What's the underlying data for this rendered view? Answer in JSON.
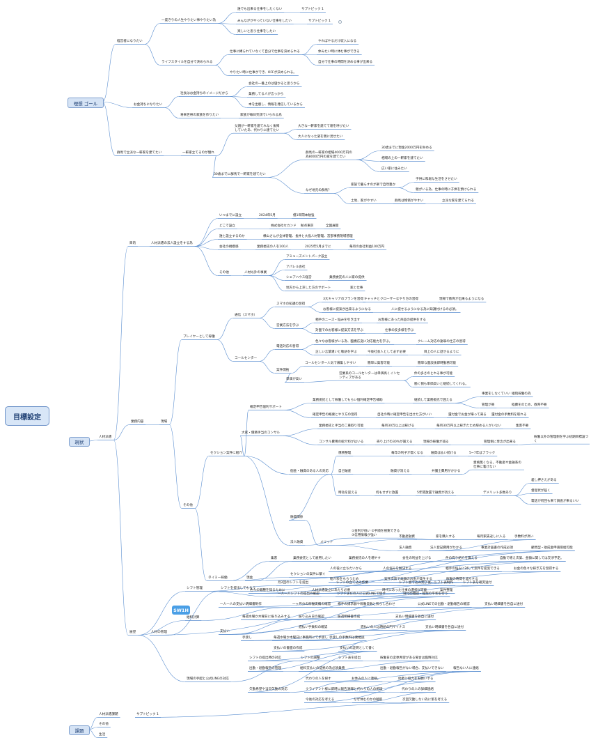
{
  "root": "目標設定",
  "badge": "SW1H",
  "categories": {
    "ideal": "理想 ゴール",
    "current": "現状",
    "issue": "課題"
  },
  "nodes": [
    {
      "t": "経営者になりたい"
    },
    {
      "t": "一度きりの人生やりたい事やりたい為"
    },
    {
      "t": "誰でも出来る仕事をしたくない"
    },
    {
      "t": "サブトピック 1"
    },
    {
      "t": "みんなががやっていない仕事をしたい"
    },
    {
      "t": "サブトピック 1"
    },
    {
      "t": "楽しいと思う仕事をしたい"
    },
    {
      "t": "ライフスタイルを自分で決められる"
    },
    {
      "t": "仕事に縛られていなくて自分で仕事を決められる"
    },
    {
      "t": "やればやるだけ収入になる"
    },
    {
      "t": "休みたい時に休む事ができる"
    },
    {
      "t": "自分で仕事の時間を決める事が出来る"
    },
    {
      "t": "やりたい時に仕事ができ、OFFが決められる。"
    },
    {
      "t": "お金持ちになりたい"
    },
    {
      "t": "社長はお金持ちのイメージだから"
    },
    {
      "t": "会社の一番上のは儲かると思うから"
    },
    {
      "t": "業務してる人が言っから"
    },
    {
      "t": "本を出版し、情報を発信しているから"
    },
    {
      "t": "将来世帯の家族を作りたい"
    },
    {
      "t": "家族が毎日笑顔でいられる為"
    },
    {
      "t": "群馬で立派な一軒家を建てたい"
    },
    {
      "t": "一軒家立てるのが憧れ"
    },
    {
      "t": "父親が一軒家を建てれなく後悔していたあ、代わりに建てたい"
    },
    {
      "t": "大きな一軒家を建てて親を呼びたい"
    },
    {
      "t": "大人になった姿を親に見せたい"
    },
    {
      "t": "30歳までに群馬で一軒家を建てたい"
    },
    {
      "t": "群馬の一軒家の相場4000万円の為8000万円の家を建てたい"
    },
    {
      "t": "30歳までに現金2000万円を貯める"
    },
    {
      "t": "相場の上の一軒家を建てたい"
    },
    {
      "t": "広い家に住みたい"
    },
    {
      "t": "なぜ地元の群馬？"
    },
    {
      "t": "家族で暮らすのが楽で自然豊か"
    },
    {
      "t": "子供に和堀な生活をさせたい"
    },
    {
      "t": "親がいる為、仕事の時に子供を預けられる"
    },
    {
      "t": "土地、家がやすい"
    },
    {
      "t": "群馬は物価がやすい"
    },
    {
      "t": "立派な家を建てられる"
    },
    {
      "t": "人材派遣"
    },
    {
      "t": "目的"
    },
    {
      "t": "人材派遣の法人設立をする為"
    },
    {
      "t": "いつまでに設立"
    },
    {
      "t": "2024年5月"
    },
    {
      "t": "僅1年間本勉強"
    },
    {
      "t": "どこで設立"
    },
    {
      "t": "株式会社セカンド"
    },
    {
      "t": "拠点東京"
    },
    {
      "t": "全国展開"
    },
    {
      "t": "誰と設立するのか"
    },
    {
      "t": "横山さんが全体管理、長井と大島人材管理、宮部事務現場管理"
    },
    {
      "t": "会社の規模感"
    },
    {
      "t": "業務委託の人を100人"
    },
    {
      "t": "2025年5月までに"
    },
    {
      "t": "毎月の会社利益100万円"
    },
    {
      "t": "その他"
    },
    {
      "t": "人材以外の事業"
    },
    {
      "t": "アミューズメントパーク設立"
    },
    {
      "t": "アパレル会社"
    },
    {
      "t": "シェアハウス経営"
    },
    {
      "t": "業務委託の人に家の提供"
    },
    {
      "t": "地方から上京した方のサポート"
    },
    {
      "t": "家と仕事"
    },
    {
      "t": "業務内容"
    },
    {
      "t": "現場"
    },
    {
      "t": "プレイヤーとして稼働"
    },
    {
      "t": "通信（スマホ）"
    },
    {
      "t": "スマホの知識の習得"
    },
    {
      "t": "3大キャリアのプランを習得"
    },
    {
      "t": "キャッチとクローザーなやり方の習得"
    },
    {
      "t": "現場で教育が出来るようになる"
    },
    {
      "t": "お客様に提案が出来るようになる"
    },
    {
      "t": "人に提せるようになる為に知識付けるの必須。"
    },
    {
      "t": "営業方法を学ぶ"
    },
    {
      "t": "相手のニーズ・悩みを引き出す"
    },
    {
      "t": "お客様にあった商品の提供をする"
    },
    {
      "t": "対面でのお客様に提案方法を学ぶ"
    },
    {
      "t": "仕事の反多様を学ぶ"
    },
    {
      "t": "コールセンター"
    },
    {
      "t": "電話対応の習得"
    },
    {
      "t": "色々なお客様がいる為、臨機応変に対応能力を学ぶ。"
    },
    {
      "t": "クレーム対応の謝罪の仕方の習得"
    },
    {
      "t": "正しい言葉遣いと敬語を学ぶ"
    },
    {
      "t": "今後社会人として必ず必要"
    },
    {
      "t": "目上の人に話せるように"
    },
    {
      "t": "案件開拓"
    },
    {
      "t": "コールセンター人気で募集しやすい"
    },
    {
      "t": "簡単に集客可能"
    },
    {
      "t": "簡単な面談後即時勤務可能"
    },
    {
      "t": "単価が高い"
    },
    {
      "t": "営業系のコールセンターは単価高くインセンティブがある"
    },
    {
      "t": "件の多さのとれる事が可能"
    },
    {
      "t": "働く側も単価高いと継続してくれる。"
    },
    {
      "t": "その他"
    },
    {
      "t": "セクション案件に紹介"
    },
    {
      "t": "確定申告個利サポート"
    },
    {
      "t": "業務委託として稼働してもらい個利確定申告補助"
    },
    {
      "t": "継続して業務委託で囲える"
    },
    {
      "t": "事業をしなくていい"
    },
    {
      "t": "継続稼働の為"
    },
    {
      "t": "管理が楽"
    },
    {
      "t": "経費をのため、教育不要"
    },
    {
      "t": "確定申告の概要とやり方の習得"
    },
    {
      "t": "自社の時に確定申告を出せた方がいい"
    },
    {
      "t": "還付金でお金が帰って来る"
    },
    {
      "t": "還付金の手数料を取れる"
    },
    {
      "t": "大家・債務手当のコンサル"
    },
    {
      "t": "業務委託と手当の二重取り可能"
    },
    {
      "t": "毎月30万以上は稼げる"
    },
    {
      "t": "毎月30万円以上稼ぎたため辞める人がいない"
    },
    {
      "t": "集客不要"
    },
    {
      "t": "コンサル費用の紹介料がはいる"
    },
    {
      "t": "売り上げの30%が貰える"
    },
    {
      "t": "現場の稼働が減る"
    },
    {
      "t": "管理側に専念が出来る"
    },
    {
      "t": "稼働以外の管理側を学ぶ初期目標設づく"
    },
    {
      "t": "個金・融資のある人の対応"
    },
    {
      "t": "債務整理"
    },
    {
      "t": "毎年の利子が無くなる"
    },
    {
      "t": "融資は払い続ける"
    },
    {
      "t": "5~7年はブラック"
    },
    {
      "t": "自己破産"
    },
    {
      "t": "融資が消える"
    },
    {
      "t": "弁護士費用がかかる"
    },
    {
      "t": "資格無くなる。不動産や金融系の仕事に着けない"
    },
    {
      "t": "時効を迎える"
    },
    {
      "t": "何もせずに放置"
    },
    {
      "t": "5年間放置で融資が消える"
    },
    {
      "t": "デメリット多数あり"
    },
    {
      "t": "差し押さえがある"
    },
    {
      "t": "督促状が届く"
    },
    {
      "t": "電話が何回も来て調査が来るいい"
    },
    {
      "t": "融資関係"
    },
    {
      "t": "法人融資"
    },
    {
      "t": "メリット"
    },
    {
      "t": "①金利が低い ②手順を極寛できる ③信用情報が強い"
    },
    {
      "t": "不動産融資"
    },
    {
      "t": "家を購入する"
    },
    {
      "t": "毎月家賃返しに入る"
    },
    {
      "t": "手数料が高い"
    },
    {
      "t": "法人融資"
    },
    {
      "t": "法人登記費用がかかる"
    },
    {
      "t": "事業計画書の作成必須"
    },
    {
      "t": "顧問型・助成金申請受給可能"
    },
    {
      "t": "タイミー稼働"
    },
    {
      "t": "現金"
    },
    {
      "t": "集客"
    },
    {
      "t": "業務委託として雇用したい"
    },
    {
      "t": "業務委託の人を増やす"
    },
    {
      "t": "会社の利益を上げる"
    },
    {
      "t": "件の有り紹介を貰える"
    },
    {
      "t": "自動で増え次第、金額に関しては交渉予定。"
    },
    {
      "t": "セクションの案件に繋ぐ"
    },
    {
      "t": "人の役に立ちたいから"
    },
    {
      "t": "人の悩みを解決する"
    },
    {
      "t": "相手の悩みに対して案件を提案できる"
    },
    {
      "t": "お金の色々な稼ぎ方を習得する"
    },
    {
      "t": "紹介料をもらうため"
    },
    {
      "t": "案件次第で高額のお金が発生する"
    },
    {
      "t": "稼働の時間を減らせる"
    },
    {
      "t": "色々の職種を知るために"
    },
    {
      "t": "人材派遣設立にあたり必要"
    },
    {
      "t": "時代にあった仕事の選択が可能"
    },
    {
      "t": "案件整理"
    },
    {
      "t": "展望"
    },
    {
      "t": "人材の管理"
    },
    {
      "t": "シフト管理"
    },
    {
      "t": "シフトを提出してもらう"
    },
    {
      "t": "月2回のシフトを提出"
    },
    {
      "t": "シフトの立て込み作業"
    },
    {
      "t": "シフト会て込み完了後、シフト表制作"
    },
    {
      "t": "シフト表を確実送付"
    },
    {
      "t": "一人一人シフトの提出の確認"
    },
    {
      "t": "シフトまだの人に公式LINEで促す"
    },
    {
      "t": "日付の相談・提案の平和を行う"
    },
    {
      "t": "給料計算"
    },
    {
      "t": "一人一人の支払い明細書制作"
    },
    {
      "t": "一ヶ月分の稼働実績の確認"
    },
    {
      "t": "相手の請求額や稼働日数と照らし合わせ"
    },
    {
      "t": "公式LINEでの出勤・退勤報告の確認"
    },
    {
      "t": "支払い明細書を各自に送付"
    },
    {
      "t": "支払い"
    },
    {
      "t": "毎週水曜か木曜日に振り込みする"
    },
    {
      "t": "振り込み日の確認"
    },
    {
      "t": "振週明細書作成"
    },
    {
      "t": "支払い明細書を各自に送付"
    },
    {
      "t": "週払い手数料の確認"
    },
    {
      "t": "週払いの人は時給の円マイナス"
    },
    {
      "t": "支払い明細書を各自に送付"
    },
    {
      "t": "手渡し"
    },
    {
      "t": "毎週水曜か木曜日に事務所にて手渡し"
    },
    {
      "t": "手渡しの手数料は要相談"
    },
    {
      "t": "支払いの書面の作成"
    },
    {
      "t": "支払いの証明として書く"
    },
    {
      "t": "現場の手配と公式LINEの対応"
    },
    {
      "t": "シフトの提出時の対応"
    },
    {
      "t": "シフトの調整"
    },
    {
      "t": "シフト表を提出"
    },
    {
      "t": "稼働日の変更希望がある場合は臨時対応"
    },
    {
      "t": "出勤・退勤報告の管理"
    },
    {
      "t": "給料支払いの証拠の為必須業務"
    },
    {
      "t": "出勤・退勤報告がない場合、支払いできない"
    },
    {
      "t": "報告ない人に連絡"
    },
    {
      "t": "欠勤希望や当日欠勤の対応"
    },
    {
      "t": "代わりの人を探す"
    },
    {
      "t": "お休みの人に連絡。"
    },
    {
      "t": "他者に協力をお願いする"
    },
    {
      "t": "クライアント様に即時に報告"
    },
    {
      "t": "謝罪と代わりの人の相談"
    },
    {
      "t": "代わりの人の詳細連絡"
    },
    {
      "t": "今後の対応を考える"
    },
    {
      "t": "なぜ休むのかの聴取"
    },
    {
      "t": "次回欠勤しない為に策を考える"
    },
    {
      "t": "人材派遣課題"
    },
    {
      "t": "サブトピック 1"
    },
    {
      "t": "その他"
    },
    {
      "t": "生活"
    }
  ]
}
